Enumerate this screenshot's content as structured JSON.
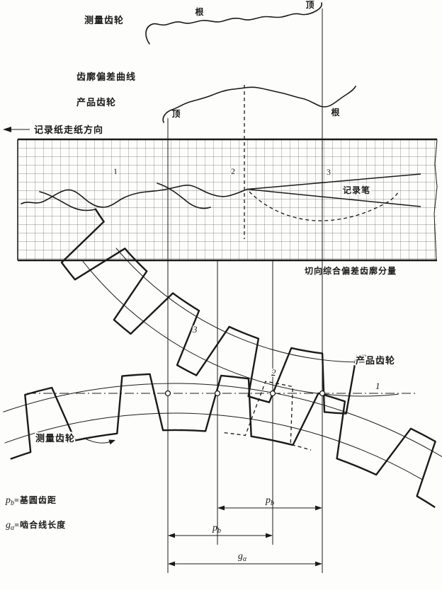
{
  "figure": {
    "top": {
      "measuring_gear_label": "测量齿轮",
      "root_label": "根",
      "tip_label": "顶",
      "profile_deviation_curve_label": "齿廓偏差曲线",
      "product_gear_label": "产品齿轮",
      "product_tip_label": "顶",
      "product_root_label": "根",
      "paper_direction_label": "记录纸走纸方向"
    },
    "chart": {
      "marker_1": "1",
      "marker_2": "2",
      "marker_3": "3",
      "pen_label": "记录笔",
      "component_label": "切向综合偏差齿廓分量"
    },
    "gears": {
      "product_gear_label": "产品齿轮",
      "measuring_gear_label": "测量齿轮",
      "point_1": "1",
      "point_2": "2",
      "point_3": "3"
    },
    "dimensions": {
      "pb_main": "p",
      "pb_sub": "b",
      "ga_main": "g",
      "ga_sub": "α"
    },
    "legend": {
      "pb_main": "p",
      "pb_sub": "b",
      "pb_text": "=基圆齿距",
      "ga_main": "g",
      "ga_sub": "α",
      "ga_text": "=啮合线长度"
    },
    "colors": {
      "ink": "#1a1a1a",
      "grid_line": "#6b6b6b",
      "paper": "#fdfdfc"
    }
  }
}
